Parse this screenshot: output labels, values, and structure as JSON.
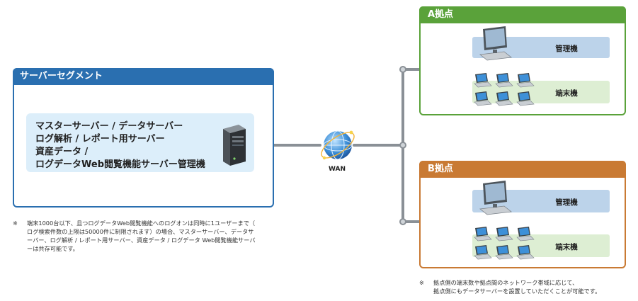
{
  "server_segment": {
    "title": "サーバーセグメント",
    "lines": [
      "マスターサーバー / データサーバー",
      "ログ解析 / レポート用サーバー",
      "資産データ /",
      "ログデータWeb閲覧機能サーバー管理機"
    ],
    "icon": "server-tower-icon"
  },
  "wan": {
    "label": "WAN",
    "icon": "globe-network-icon"
  },
  "branches": [
    {
      "title": "A拠点",
      "color": "#5aa23a",
      "rows": [
        {
          "label": "管理機",
          "color": "#bcd3ea"
        },
        {
          "label": "端末機",
          "color": "#ddeed3"
        }
      ]
    },
    {
      "title": "B拠点",
      "color": "#c97a33",
      "rows": [
        {
          "label": "管理機",
          "color": "#bcd3ea"
        },
        {
          "label": "端末機",
          "color": "#ddeed3"
        }
      ]
    }
  ],
  "notes": {
    "left": {
      "mark": "※",
      "lines": [
        "端末1000台以下、且つログデータWeb閲覧機能へのログオンは同時に1ユーザーまで（",
        "ログ検索件数の上限は50000件に制限されます）の場合、マスターサーバー、データサ",
        "ーバー、ログ解析 / レポート用サーバー、資産データ / ログデータ Web閲覧機能サーバ",
        "ーは共存可能です。"
      ]
    },
    "right": {
      "mark": "※",
      "lines": [
        "拠点側の端末数や拠点間のネットワーク帯域に応じて、",
        "拠点側にもデータサーバーを設置していただくことが可能です。"
      ]
    }
  },
  "colors": {
    "segment_blue": "#2a6fb0",
    "line_gray": "#8a9096",
    "a_green": "#5aa23a",
    "b_orange": "#c97a33"
  }
}
